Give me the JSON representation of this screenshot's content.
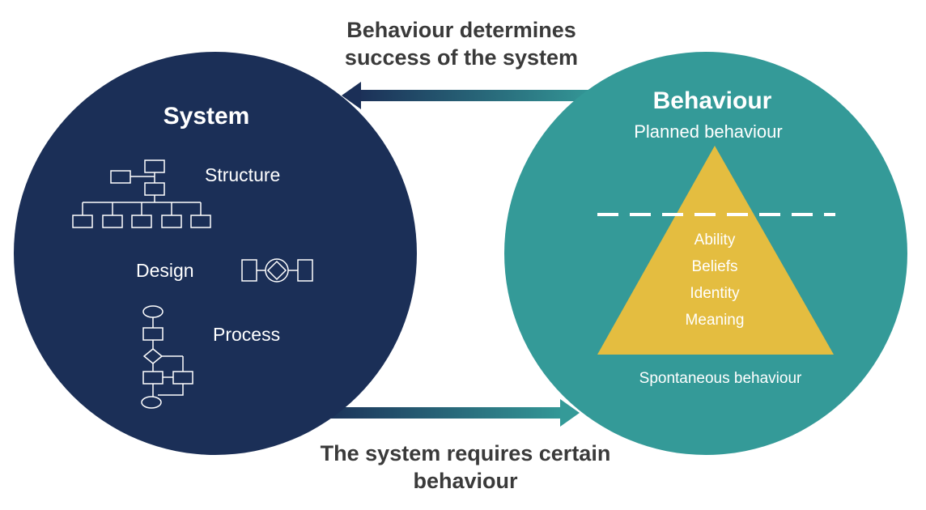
{
  "arrows": {
    "top_caption": "Behaviour determines success of the system",
    "bottom_caption": "The system requires certain behaviour"
  },
  "system": {
    "title": "System",
    "items": [
      "Structure",
      "Design",
      "Process"
    ],
    "color": "#1b2f57"
  },
  "behaviour": {
    "title": "Behaviour",
    "planned": "Planned behaviour",
    "pyramid_items": [
      "Ability",
      "Beliefs",
      "Identity",
      "Meaning"
    ],
    "spontaneous": "Spontaneous behaviour",
    "color": "#349a98",
    "pyramid_color": "#e4bd40"
  }
}
